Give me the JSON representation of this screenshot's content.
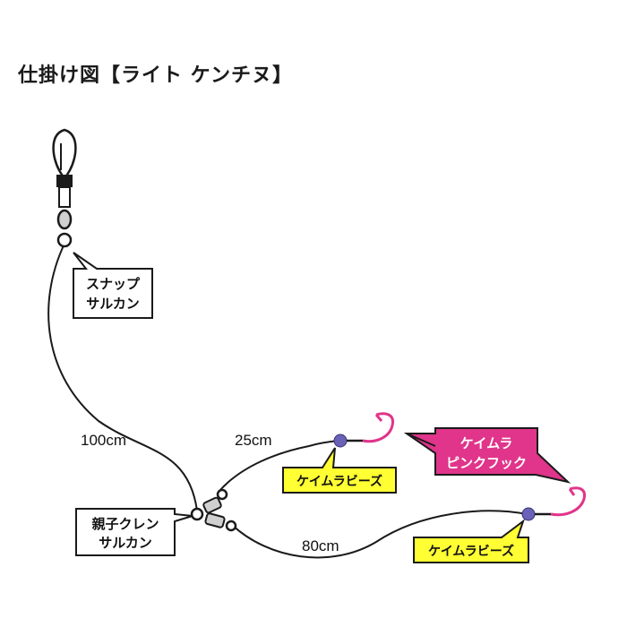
{
  "title": "仕掛け図【ライト ケンチヌ】",
  "labels": {
    "snap_line1": "スナップ",
    "snap_line2": "サルカン",
    "oyako_line1": "親子クレン",
    "oyako_line2": "サルカン",
    "beads_upper": "ケイムラビーズ",
    "beads_lower": "ケイムラビーズ",
    "hook_line1": "ケイムラ",
    "hook_line2": "ピンクフック"
  },
  "lengths": {
    "main": "100cm",
    "upper_branch": "25cm",
    "lower_branch": "80cm"
  },
  "colors": {
    "line": "#1a1a1a",
    "bead": "#6a62b8",
    "hook": "#e0358a",
    "callout_yellow": "#ffff33",
    "callout_magenta": "#e0358a"
  }
}
